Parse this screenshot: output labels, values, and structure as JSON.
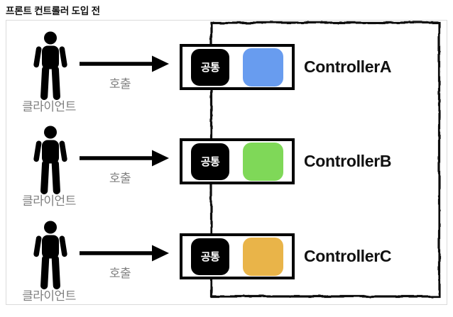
{
  "title": "프론트 컨트롤러 도입 전",
  "colors": {
    "frame_border": "#dbdbdb",
    "sketch_border": "#111111",
    "common_block": "#000000",
    "label_gray": "#808080",
    "controller_a": "#689CEF",
    "controller_b": "#7FD858",
    "controller_c": "#E9B449"
  },
  "rows": [
    {
      "client_label": "클라이언트",
      "call_label": "호출",
      "common_label": "공통",
      "controller_name": "ControllerA",
      "controller_color": "#689CEF"
    },
    {
      "client_label": "클라이언트",
      "call_label": "호출",
      "common_label": "공통",
      "controller_name": "ControllerB",
      "controller_color": "#7FD858"
    },
    {
      "client_label": "클라이언트",
      "call_label": "호출",
      "common_label": "공통",
      "controller_name": "ControllerC",
      "controller_color": "#E9B449"
    }
  ]
}
